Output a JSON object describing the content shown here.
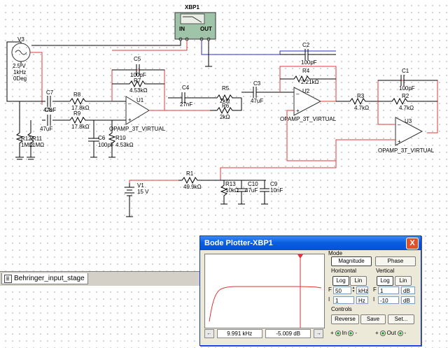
{
  "schematic": {
    "instrument": {
      "name": "XBP1",
      "in_label": "IN",
      "out_label": "OUT"
    },
    "source": {
      "ref": "V3",
      "amp": "2.5 V",
      "freq": "1kHz",
      "phase": "0Deg"
    },
    "supply": {
      "ref": "V1",
      "value": "15 V"
    },
    "components": {
      "C5": {
        "ref": "C5",
        "value": "100pF"
      },
      "R7": {
        "ref": "R7",
        "value": "4.53kΩ"
      },
      "C7": {
        "ref": "C7",
        "value": "47uF"
      },
      "R8": {
        "ref": "R8",
        "value": "17.8kΩ"
      },
      "C8": {
        "ref": "C8",
        "value": "47uF"
      },
      "R9": {
        "ref": "R9",
        "value": "17.8kΩ"
      },
      "C6": {
        "ref": "C6",
        "value": "100pF"
      },
      "R10": {
        "ref": "R10",
        "value": "4.53kΩ"
      },
      "R12": {
        "ref": "R12",
        "value": "1MΩ"
      },
      "R11": {
        "ref": "R11",
        "value": "1MΩ"
      },
      "U1": {
        "ref": "U1",
        "model": "OPAMP_3T_VIRTUAL"
      },
      "C4": {
        "ref": "C4",
        "value": "27nF"
      },
      "R5": {
        "ref": "R5",
        "value": "2kΩ"
      },
      "R6": {
        "ref": "R6",
        "value": "2kΩ"
      },
      "C3": {
        "ref": "C3",
        "value": "47uF"
      },
      "C2": {
        "ref": "C2",
        "value": "100pF"
      },
      "R4": {
        "ref": "R4",
        "value": "2.21kΩ"
      },
      "U2": {
        "ref": "U2",
        "model": "OPAMP_3T_VIRTUAL"
      },
      "R3": {
        "ref": "R3",
        "value": "4.7kΩ"
      },
      "C1": {
        "ref": "C1",
        "value": "100pF"
      },
      "R2": {
        "ref": "R2",
        "value": "4.7kΩ"
      },
      "U3": {
        "ref": "U3",
        "model": "OPAMP_3T_VIRTUAL"
      },
      "R1": {
        "ref": "R1",
        "value": "49.9kΩ"
      },
      "R13": {
        "ref": "R13",
        "value": "10kΩ"
      },
      "C10": {
        "ref": "C10",
        "value": "47uF"
      },
      "C9": {
        "ref": "C9",
        "value": "10nF"
      }
    }
  },
  "sheet_tab": {
    "label": "Behringer_input_stage"
  },
  "bode": {
    "title": "Bode Plotter-XBP1",
    "close_glyph": "X",
    "mode": {
      "label": "Mode",
      "magnitude": "Magnitude",
      "phase": "Phase",
      "selected": "Magnitude"
    },
    "horizontal": {
      "label": "Horizontal",
      "log": "Log",
      "lin": "Lin",
      "selected": "Log",
      "f_label": "F",
      "f_value": "50",
      "f_unit": "kHz",
      "i_label": "I",
      "i_value": "1",
      "i_unit": "Hz"
    },
    "vertical": {
      "label": "Vertical",
      "log": "Log",
      "lin": "Lin",
      "selected": "Log",
      "f_label": "F",
      "f_value": "1",
      "f_unit": "dB",
      "i_label": "I",
      "i_value": "-10",
      "i_unit": "dB"
    },
    "controls": {
      "label": "Controls",
      "reverse": "Reverse",
      "save": "Save",
      "set": "Set..."
    },
    "readout": {
      "frequency": "9.991 kHz",
      "magnitude": "-5.009 dB",
      "left_arrow": "←",
      "right_arrow": "→"
    },
    "ports": {
      "in_label": "In",
      "out_label": "Out",
      "plus": "+",
      "minus": "-"
    },
    "colors": {
      "trace": "#e03030",
      "cursor": "#e03030",
      "titlebar": "#0a5fe0"
    }
  }
}
